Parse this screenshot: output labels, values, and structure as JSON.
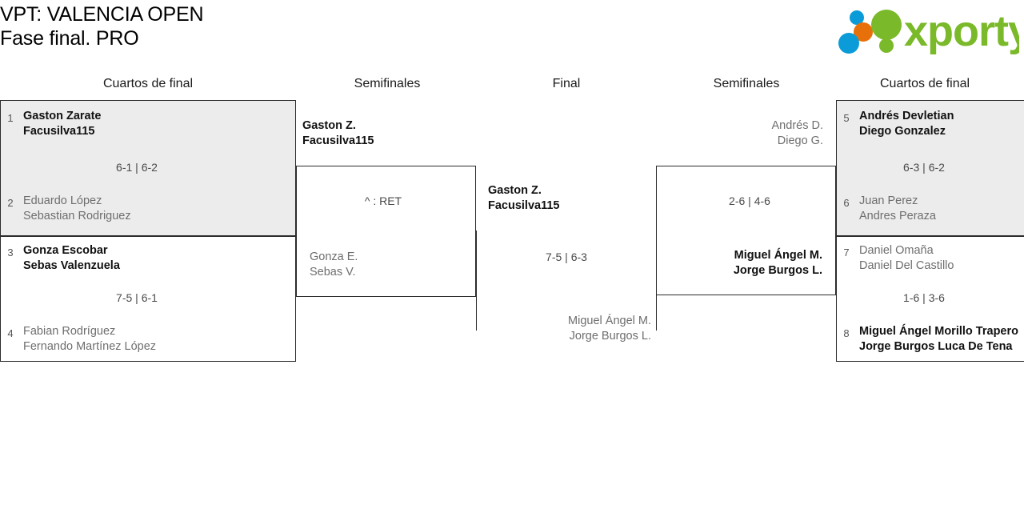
{
  "header": {
    "title_line1": "VPT: VALENCIA OPEN",
    "title_line2": "Fase final. PRO",
    "logo_text": "xporty",
    "logo_colors": {
      "green": "#7ab929",
      "orange": "#e8700a",
      "blue": "#0b9bd8"
    }
  },
  "rounds": [
    {
      "label": "Cuartos de final",
      "side": "left"
    },
    {
      "label": "Semifinales",
      "side": "left"
    },
    {
      "label": "Final",
      "side": "center"
    },
    {
      "label": "Semifinales",
      "side": "right"
    },
    {
      "label": "Cuartos de final",
      "side": "right"
    }
  ],
  "matches": {
    "qf_left_1": {
      "shaded": true,
      "top": {
        "seed": "1",
        "p1": "Gaston Zarate",
        "p2": "Facusilva115",
        "winner": true
      },
      "bottom": {
        "seed": "2",
        "p1": "Eduardo López",
        "p2": "Sebastian Rodriguez",
        "winner": false
      },
      "score": "6-1 | 6-2"
    },
    "qf_left_2": {
      "shaded": false,
      "top": {
        "seed": "3",
        "p1": "Gonza Escobar",
        "p2": "Sebas Valenzuela",
        "winner": true
      },
      "bottom": {
        "seed": "4",
        "p1": "Fabian Rodríguez",
        "p2": "Fernando Martínez López",
        "winner": false
      },
      "score": "7-5 | 6-1"
    },
    "sf_left": {
      "top": {
        "p1": "Gaston Z.",
        "p2": "Facusilva115",
        "winner": true
      },
      "bottom": {
        "p1": "Gonza E.",
        "p2": "Sebas V.",
        "winner": false
      },
      "score": "^ : RET"
    },
    "final": {
      "top": {
        "p1": "Gaston Z.",
        "p2": "Facusilva115",
        "winner": true
      },
      "bottom": {
        "p1": "Miguel Ángel M.",
        "p2": "Jorge Burgos L.",
        "winner": false
      },
      "score": "7-5 | 6-3"
    },
    "sf_right": {
      "top": {
        "p1": "Andrés D.",
        "p2": "Diego G.",
        "winner": false
      },
      "bottom": {
        "p1": "Miguel Ángel M.",
        "p2": "Jorge Burgos L.",
        "winner": true
      },
      "score": "2-6 | 4-6"
    },
    "qf_right_1": {
      "shaded": true,
      "top": {
        "seed": "5",
        "p1": "Andrés Devletian",
        "p2": "Diego Gonzalez",
        "winner": true
      },
      "bottom": {
        "seed": "6",
        "p1": "Juan Perez",
        "p2": "Andres Peraza",
        "winner": false
      },
      "score": "6-3 | 6-2"
    },
    "qf_right_2": {
      "shaded": false,
      "top": {
        "seed": "7",
        "p1": "Daniel Omaña",
        "p2": "Daniel Del Castillo",
        "winner": false
      },
      "bottom": {
        "seed": "8",
        "p1": "Miguel Ángel Morillo Trapero",
        "p2": "Jorge Burgos Luca De Tena",
        "winner": true
      },
      "score": "1-6 | 3-6"
    }
  }
}
